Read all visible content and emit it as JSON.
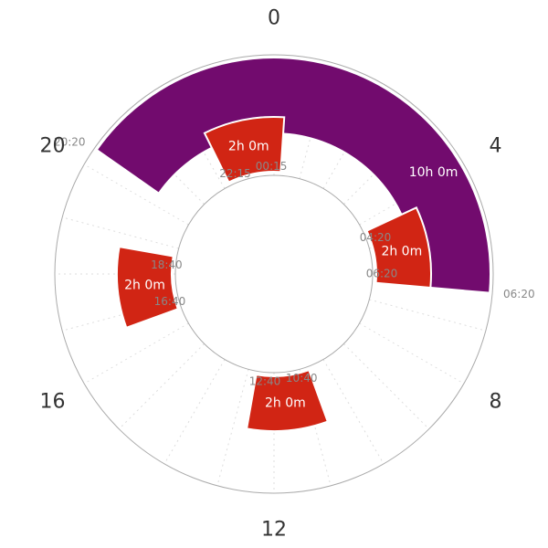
{
  "chart_data": {
    "type": "radial-timeline",
    "clock_hours": 24,
    "hour_labels": [
      "0",
      "4",
      "8",
      "12",
      "16",
      "20"
    ],
    "colors": {
      "sleep": "#720b6e",
      "activity": "#d12514",
      "ring_border": "#aaaaaa",
      "grid": "#dddddd",
      "label": "#888888"
    },
    "segments": [
      {
        "kind": "sleep",
        "start": "20:20",
        "end": "06:20",
        "duration_label": "10h 0m",
        "show_start": true,
        "show_end": true
      },
      {
        "kind": "activity",
        "start": "22:15",
        "end": "00:15",
        "duration_label": "2h 0m",
        "show_start": true,
        "show_end": true
      },
      {
        "kind": "activity",
        "start": "04:20",
        "end": "06:20",
        "duration_label": "2h 0m",
        "show_start": true,
        "show_end": true
      },
      {
        "kind": "activity",
        "start": "10:40",
        "end": "12:40",
        "duration_label": "2h 0m",
        "show_start": true,
        "show_end": true
      },
      {
        "kind": "activity",
        "start": "16:40",
        "end": "18:40",
        "duration_label": "2h 0m",
        "show_start": true,
        "show_end": true
      }
    ]
  }
}
